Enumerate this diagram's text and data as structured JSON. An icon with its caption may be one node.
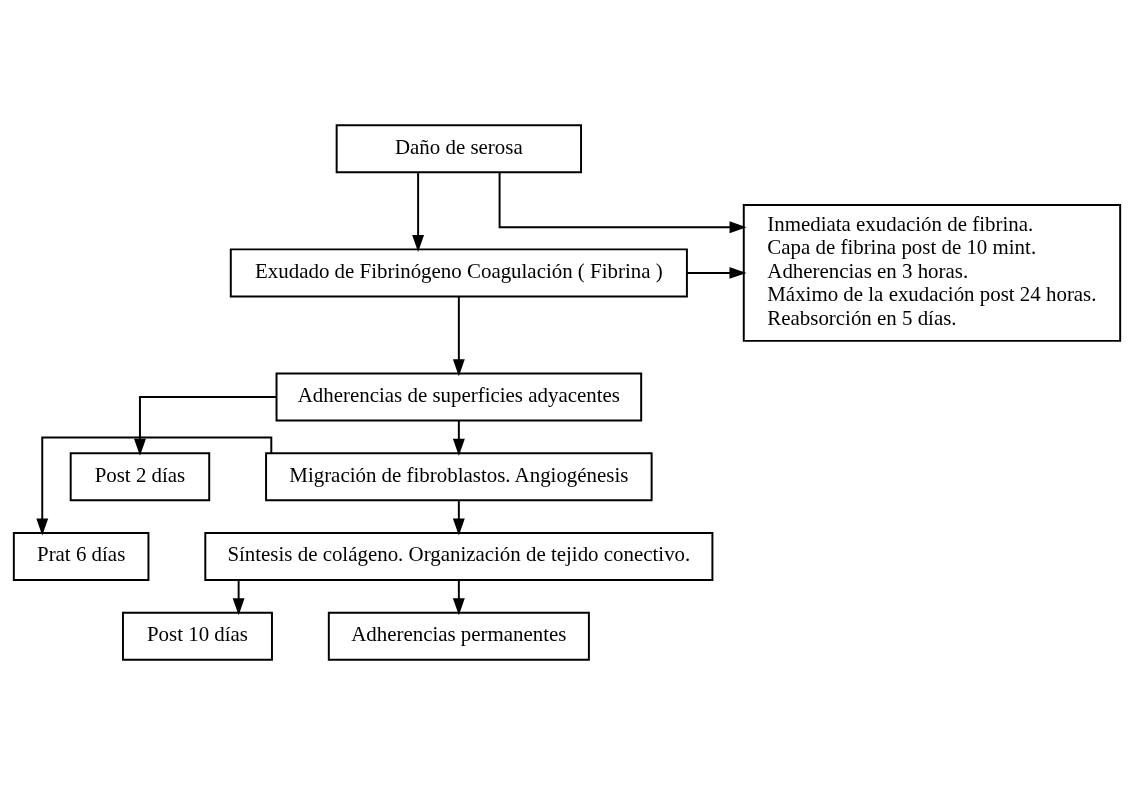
{
  "diagram": {
    "nodes": [
      {
        "text": [
          "Daño de serosa"
        ]
      },
      {
        "text": [
          "Exudado de Fibrinógeno Coagulación ( Fibrina )"
        ]
      },
      {
        "text": [
          "Inmediata exudación de fibrina.",
          "Capa de fibrina post de 10 mint.",
          "Adherencias en 3 horas.",
          "Máximo de la exudación post 24 horas.",
          "Reabsorción en 5 días."
        ]
      },
      {
        "text": [
          "Adherencias de superficies adyacentes"
        ]
      },
      {
        "text": [
          "Post 2 días"
        ]
      },
      {
        "text": [
          "Migración de fibroblastos. Angiogénesis"
        ]
      },
      {
        "text": [
          "Prat 6 días"
        ]
      },
      {
        "text": [
          "Síntesis de colágeno. Organización de tejido conectivo."
        ]
      },
      {
        "text": [
          "Post 10 días"
        ]
      },
      {
        "text": [
          "Adherencias permanentes"
        ]
      }
    ],
    "edges": [
      {
        "from": 0,
        "to": 1,
        "arrow": "to"
      },
      {
        "from": 0,
        "to": 2,
        "arrow": "to"
      },
      {
        "from": 1,
        "to": 3,
        "arrow": "to"
      },
      {
        "from": 1,
        "to": 2,
        "arrow": "to"
      },
      {
        "from": 3,
        "to": 5,
        "arrow": "to"
      },
      {
        "from": 3,
        "to": 4,
        "arrow": "to"
      },
      {
        "from": 5,
        "to": 7,
        "arrow": "to"
      },
      {
        "from": 5,
        "to": 6,
        "arrow": "to"
      },
      {
        "from": 7,
        "to": 9,
        "arrow": "to"
      },
      {
        "from": 7,
        "to": 8,
        "arrow": "to"
      }
    ]
  }
}
